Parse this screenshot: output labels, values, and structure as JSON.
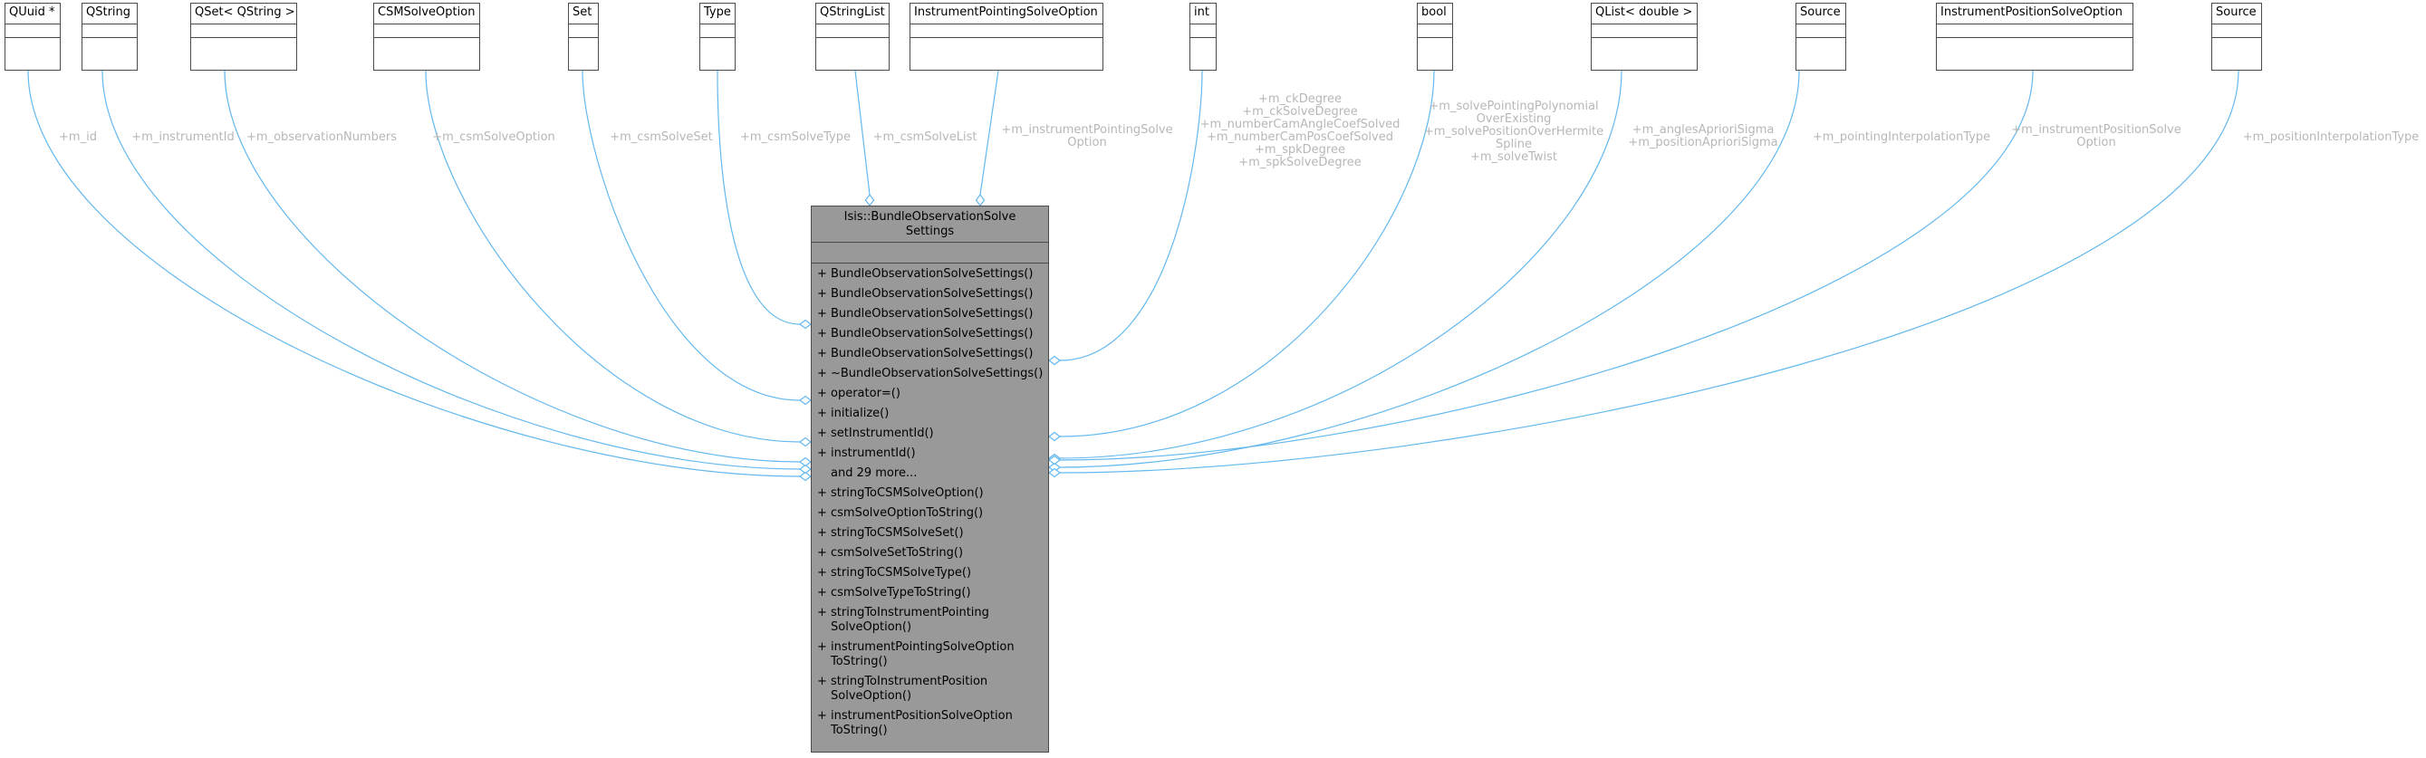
{
  "main_class": {
    "title_lines": [
      "Isis::BundleObservationSolve",
      "Settings"
    ],
    "operations": [
      {
        "vis": "+",
        "lines": [
          "BundleObservationSolveSettings()"
        ]
      },
      {
        "vis": "+",
        "lines": [
          "BundleObservationSolveSettings()"
        ]
      },
      {
        "vis": "+",
        "lines": [
          "BundleObservationSolveSettings()"
        ]
      },
      {
        "vis": "+",
        "lines": [
          "BundleObservationSolveSettings()"
        ]
      },
      {
        "vis": "+",
        "lines": [
          "BundleObservationSolveSettings()"
        ]
      },
      {
        "vis": "+",
        "lines": [
          "~BundleObservationSolveSettings()"
        ]
      },
      {
        "vis": "+",
        "lines": [
          "operator=()"
        ]
      },
      {
        "vis": "+",
        "lines": [
          "initialize()"
        ]
      },
      {
        "vis": "+",
        "lines": [
          "setInstrumentId()"
        ]
      },
      {
        "vis": "+",
        "lines": [
          "instrumentId()"
        ]
      },
      {
        "vis": "",
        "lines": [
          "and 29 more..."
        ]
      },
      {
        "vis": "+",
        "lines": [
          "stringToCSMSolveOption()"
        ]
      },
      {
        "vis": "+",
        "lines": [
          "csmSolveOptionToString()"
        ]
      },
      {
        "vis": "+",
        "lines": [
          "stringToCSMSolveSet()"
        ]
      },
      {
        "vis": "+",
        "lines": [
          "csmSolveSetToString()"
        ]
      },
      {
        "vis": "+",
        "lines": [
          "stringToCSMSolveType()"
        ]
      },
      {
        "vis": "+",
        "lines": [
          "csmSolveTypeToString()"
        ]
      },
      {
        "vis": "+",
        "lines": [
          "stringToInstrumentPointing",
          "SolveOption()"
        ]
      },
      {
        "vis": "+",
        "lines": [
          "instrumentPointingSolveOption",
          "ToString()"
        ]
      },
      {
        "vis": "+",
        "lines": [
          "stringToInstrumentPosition",
          "SolveOption()"
        ]
      },
      {
        "vis": "+",
        "lines": [
          "instrumentPositionSolveOption",
          "ToString()"
        ]
      }
    ]
  },
  "nodes": [
    {
      "name": "QUuid *",
      "label_lines": [
        "+m_id"
      ]
    },
    {
      "name": "QString",
      "label_lines": [
        "+m_instrumentId"
      ]
    },
    {
      "name": "QSet< QString >",
      "label_lines": [
        "+m_observationNumbers"
      ]
    },
    {
      "name": "CSMSolveOption",
      "label_lines": [
        "+m_csmSolveOption"
      ]
    },
    {
      "name": "Set",
      "label_lines": [
        "+m_csmSolveSet"
      ]
    },
    {
      "name": "Type",
      "label_lines": [
        "+m_csmSolveType"
      ]
    },
    {
      "name": "QStringList",
      "label_lines": [
        "+m_csmSolveList"
      ]
    },
    {
      "name": "InstrumentPointingSolveOption",
      "label_lines": [
        "+m_instrumentPointingSolve",
        "Option"
      ]
    },
    {
      "name": "int",
      "label_lines": [
        "+m_ckDegree",
        "+m_ckSolveDegree",
        "+m_numberCamAngleCoefSolved",
        "+m_numberCamPosCoefSolved",
        "+m_spkDegree",
        "+m_spkSolveDegree"
      ]
    },
    {
      "name": "bool",
      "label_lines": [
        "+m_solvePointingPolynomial",
        "OverExisting",
        "+m_solvePositionOverHermite",
        "Spline",
        "+m_solveTwist"
      ]
    },
    {
      "name": "QList< double >",
      "label_lines": [
        "+m_anglesAprioriSigma",
        "+m_positionAprioriSigma"
      ]
    },
    {
      "name": "Source",
      "label_lines": [
        "+m_pointingInterpolationType"
      ]
    },
    {
      "name": "InstrumentPositionSolveOption",
      "label_lines": [
        "+m_instrumentPositionSolve",
        "Option"
      ]
    },
    {
      "name": "Source",
      "label_lines": [
        "+m_positionInterpolationType"
      ]
    }
  ],
  "colors": {
    "edge": "#63b8ee",
    "edge_label": "#b7b7b7",
    "main_fill": "#999999",
    "border": "#4a4a4a"
  }
}
